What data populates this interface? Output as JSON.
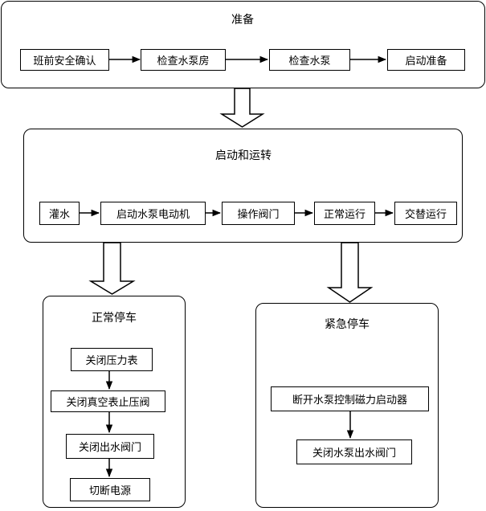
{
  "groups": {
    "prepare": {
      "title": "准备",
      "steps": [
        "班前安全确认",
        "检查水泵房",
        "检查水泵",
        "启动准备"
      ]
    },
    "run": {
      "title": "启动和运转",
      "steps": [
        "灌水",
        "启动水泵电动机",
        "操作阀门",
        "正常运行",
        "交替运行"
      ]
    },
    "normal_stop": {
      "title": "正常停车",
      "steps": [
        "关闭压力表",
        "关闭真空表止压阀",
        "关闭出水阀门",
        "切断电源"
      ]
    },
    "emergency_stop": {
      "title": "紧急停车",
      "steps": [
        "断开水泵控制磁力启动器",
        "关闭水泵出水阀门"
      ]
    }
  }
}
